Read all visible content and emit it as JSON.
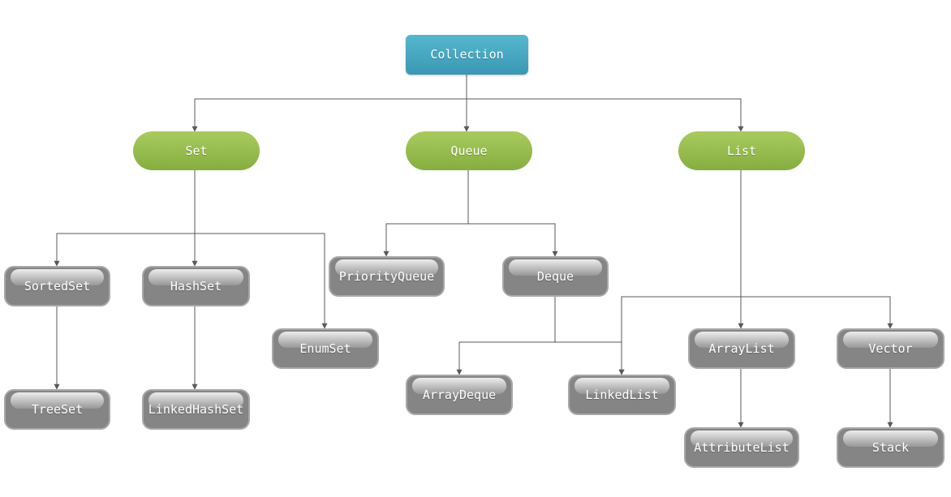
{
  "nodes": {
    "collection": "Collection",
    "set": "Set",
    "queue": "Queue",
    "list": "List",
    "sortedset": "SortedSet",
    "hashset": "HashSet",
    "enumset": "EnumSet",
    "treeset": "TreeSet",
    "linkedhashset": "LinkedHashSet",
    "priorityqueue": "PriorityQueue",
    "deque": "Deque",
    "arraydeque": "ArrayDeque",
    "linkedlist": "LinkedList",
    "arraylist": "ArrayList",
    "vector": "Vector",
    "attributelist": "AttributeList",
    "stack": "Stack"
  },
  "colors": {
    "root": "#3fa0bb",
    "interface": "#94b84c",
    "class": "#858585",
    "connector": "#595959"
  }
}
